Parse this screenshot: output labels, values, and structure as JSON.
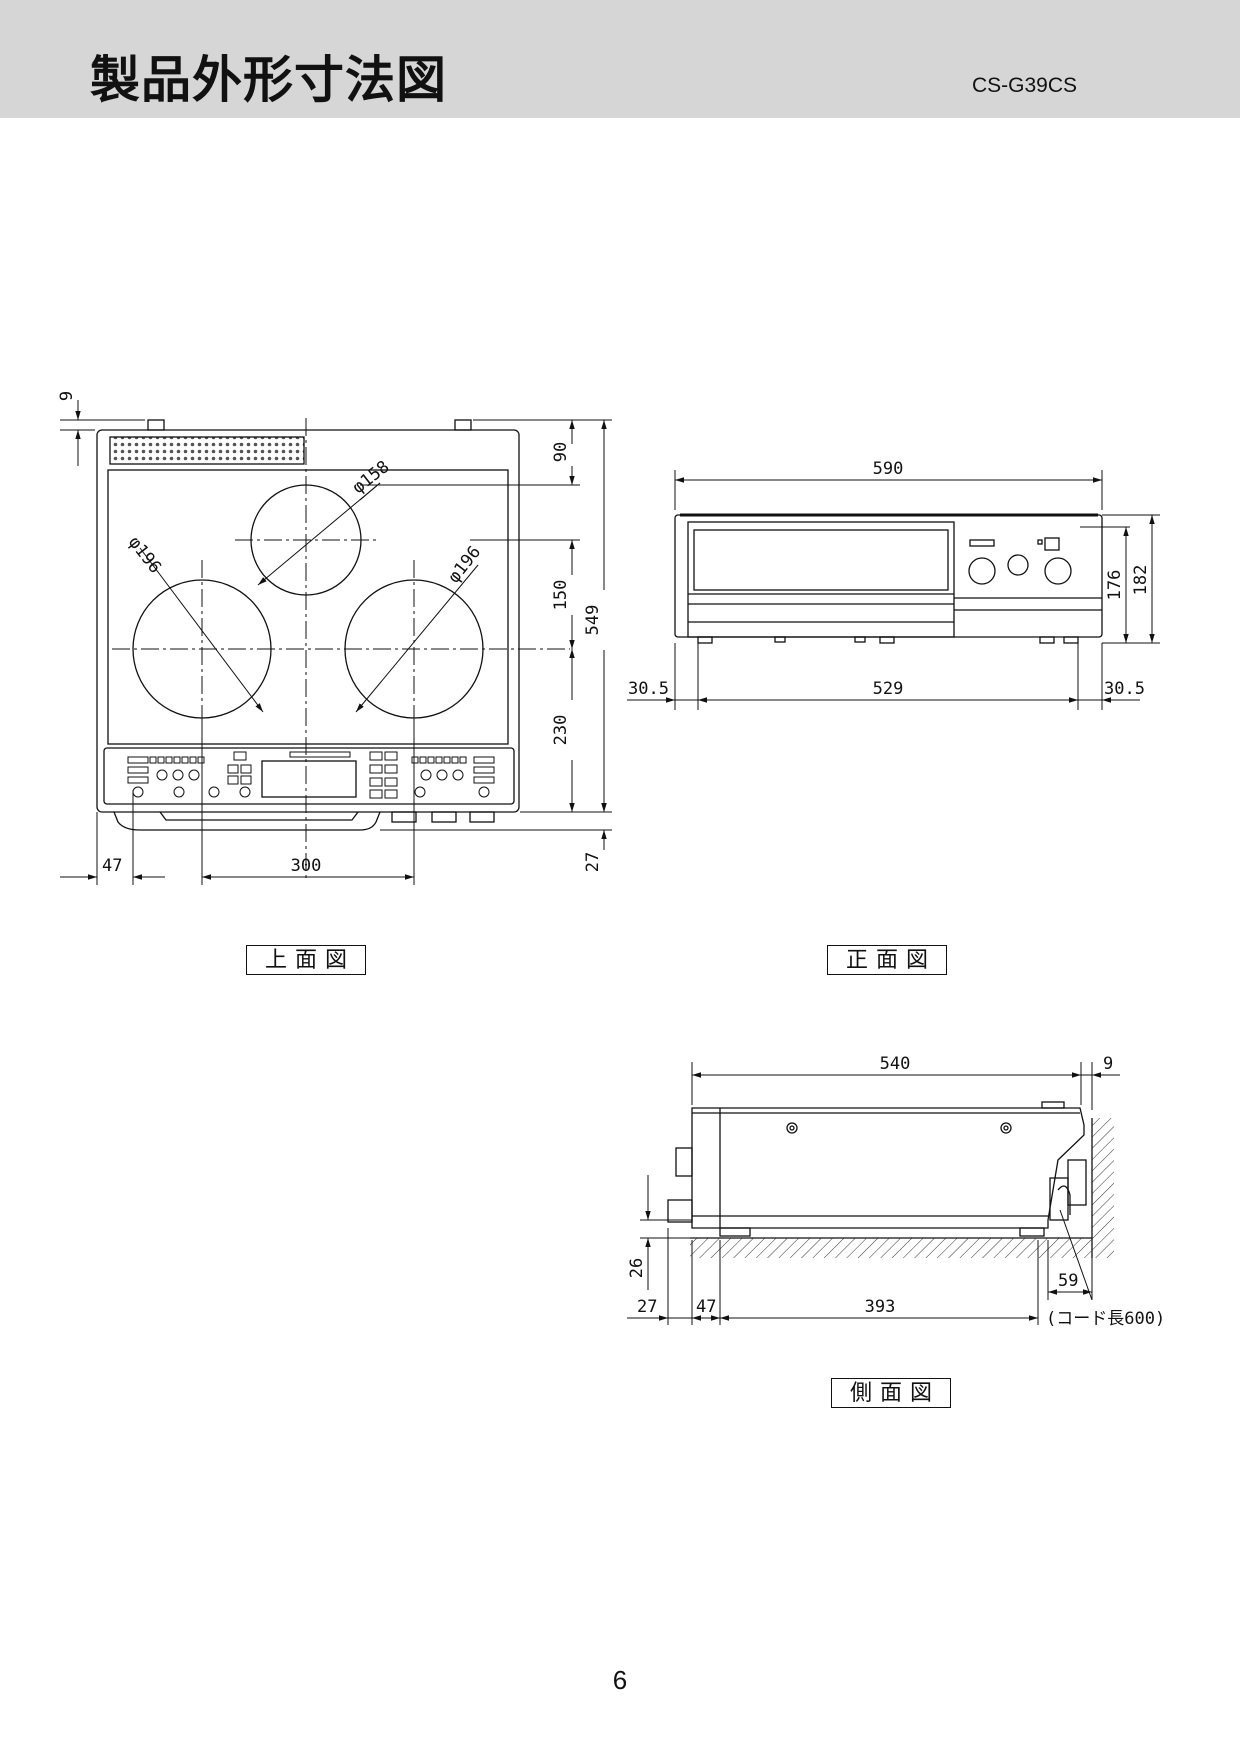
{
  "header": {
    "title": "製品外形寸法図",
    "model": "CS-G39CS"
  },
  "top_view": {
    "label": "上面図",
    "dims": {
      "d9": "9",
      "d90": "90",
      "d150": "150",
      "d230": "230",
      "d549": "549",
      "d27": "27",
      "d47": "47",
      "d300": "300",
      "dia158": "φ158",
      "dia196_left": "φ196",
      "dia196_right": "φ196"
    }
  },
  "front_view": {
    "label": "正面図",
    "dims": {
      "d590": "590",
      "d176": "176",
      "d182": "182",
      "d30_5_left": "30.5",
      "d529": "529",
      "d30_5_right": "30.5"
    }
  },
  "side_view": {
    "label": "側面図",
    "dims": {
      "d540": "540",
      "d9": "9",
      "d26": "26",
      "d27": "27",
      "d47": "47",
      "d393": "393",
      "d59": "59",
      "cord": "(コード長600)"
    }
  },
  "page_number": "6"
}
